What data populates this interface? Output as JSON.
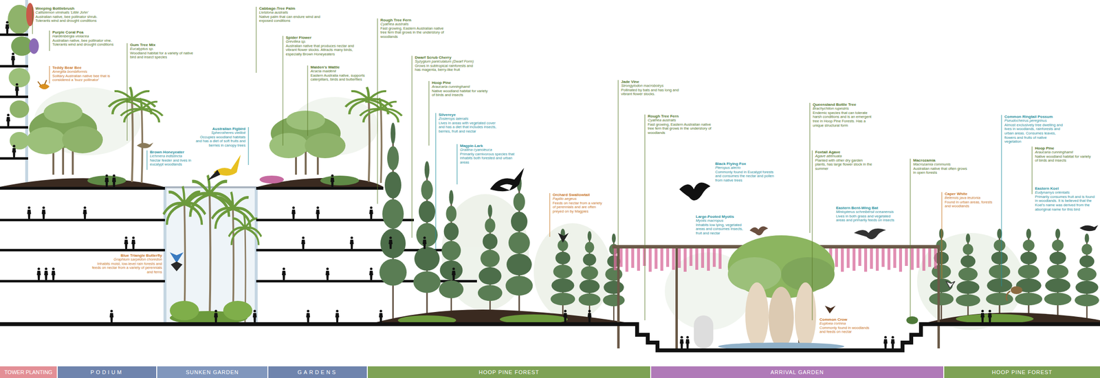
{
  "diagram": {
    "nodes": [
      {
        "text": [
          "TOWER PLANTING"
        ]
      },
      {
        "text": [
          "PODIUM"
        ]
      },
      {
        "text": [
          "SUNKEN GARDEN"
        ]
      },
      {
        "text": [
          "GARDENS"
        ]
      },
      {
        "text": [
          "HOOP PINE FOREST"
        ]
      },
      {
        "text": [
          "ARRIVAL GARDEN"
        ]
      },
      {
        "text": [
          "HOOP PINE FOREST"
        ]
      }
    ],
    "labels": [
      "Weeping Bottlebrush",
      "Callistemon viminalis 'Little John'",
      "Australian native, bee pollinator shrub. Tolerants wind and drought conditions",
      "Purple Coral Pea",
      "Hardenbergia violacea",
      "Australian native, bee pollinator vine. Tolerants wind and drought conditions",
      "Teddy Bear Bee",
      "Amegilla bombiformis",
      "Solitary Australian native bee that is considered a 'buzz pollinator'",
      "Gum Tree Mix",
      "Eucalyptus sp.",
      "Woodland habitat for a variety of native bird and insect species",
      "Brown Honeyeater",
      "Lichmera indistincta",
      "Nectar feeder and lives in eucalypt woodlands",
      "Australian Figbird",
      "Sphecotheres vieilloti",
      "Occupies woodland habitats and has a diet of soft fruits and berries in canopy trees",
      "Cabbage-Tree Palm",
      "Livistona australis",
      "Native palm that can endure wind and exposed conditions",
      "Spider Flower",
      "Grevillea sp.",
      "Australian native that produces nectar and vibrant flower stocks. Attracts many birds, especially Brown Honeyeaters",
      "Maiden's Wattle",
      "Acacia maidenii",
      "Eastern Australia native, supports caterpillars, birds and butterflies",
      "Rough Tree Fern",
      "Cyathea australis",
      "Fast growing, Eastern Australian native tree fern that grows in the understory of woodlands",
      "Dwarf Scrub Cherry",
      "Syzygium paniculatum (Dwarf Form)",
      "Grows in subtropical rainforests and has magenta, berry-like fruit",
      "Hoop Pine",
      "Araucaria cunninghamii",
      "Native woodland habitat for variety of birds and insects",
      "Silvereye",
      "Zosterops lateralis",
      "Lives in areas with vegetated cover and has a diet that includes insects, berries, fruit and nectar",
      "Magpie-Lark",
      "Grallina cyanoleuca",
      "Primarily carnivorous species that inhabits both forested and urban areas",
      "Blue Triangle Butterfly",
      "Graphium sarpedon choredon",
      "Inhabits moist, low-level rain forests and feeds on nectar from a variety of perennials and ferns",
      "Orchard Swallowtail",
      "Papilio aegeus",
      "Feeds on nectar from a variety of perennials and are often preyed on by Magpies",
      "Jade Vine",
      "Strongylodon macrobotrys",
      "Pollinated by bats and has long and vibrant flower stocks.",
      "Rough Tree Fern",
      "Cyathea australis",
      "Fast growing, Eastern Australian native tree fern that grows in the understory of woodlands",
      "Black Flying Fox",
      "Pteropus alecto",
      "Commonly found in Eucalypt forests and consumes the nectar and pollen from native trees",
      "Large-Footed Myotis",
      "Myotis macropus",
      "Inhabits low lying, vegetated areas and consumes insects, fruit and nectar",
      "Queensland Bottle Tree",
      "Brachychiton rupestris",
      "Endemic species that can tolerate harsh conditions and is an emergent tree in Hoop Pine Forests. Has a unique structural form",
      "Foxtail Agave",
      "Agave attenuata",
      "Planted with other dry garden plants, has large flower stock in the summer",
      "Eastern Bent-Wing Bat",
      "Miniopterus schreibersii oceanensis",
      "Lives in both grass and vegetated areas and primarily feeds on insects",
      "Macrozamia",
      "Macrozamia communis",
      "Australian native that often grows in open forests",
      "Caper White",
      "Belenois java teutonia",
      "Found in urban areas, forests and woodlands",
      "Common Crow",
      "Euploea corinna",
      "Commonly found in woodlands and feeds on nectar",
      "Common Ringtail Possum",
      "Pseudocheirus peregrinus",
      "Almost exclusively tree dwelling and lives in woodlands, rainforests and urban areas. Consumes leaves, flowers and fruits of native vegetation",
      "Hoop Pine",
      "Araucaria cunninghamii",
      "Native woodland habitat for variety of birds and insects",
      "Eastern Koel",
      "Eudynamys orientalis",
      "Primarily consumes fruit and is found in woodlands. It is believed that the Koel's name was derived from the aboriginal name for this bird"
    ]
  }
}
